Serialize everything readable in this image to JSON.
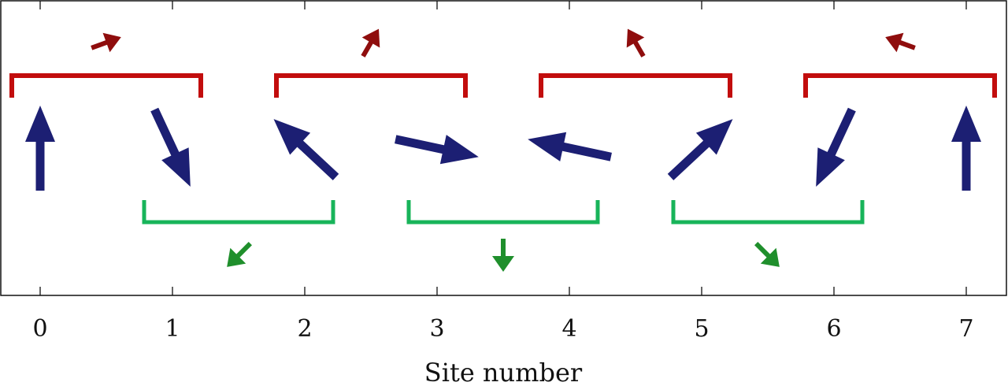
{
  "figure": {
    "xlabel": "Site number",
    "colors": {
      "site_arrow": "#1c1f73",
      "odd_bond": "#c20d0d",
      "odd_bond_arrow": "#8f0d0d",
      "even_bond": "#18b45a",
      "even_bond_arrow": "#1f8f2c"
    },
    "sites": [
      {
        "label": "0",
        "angle_deg": 90
      },
      {
        "label": "1",
        "angle_deg": -65
      },
      {
        "label": "2",
        "angle_deg": 137
      },
      {
        "label": "3",
        "angle_deg": -12
      },
      {
        "label": "4",
        "angle_deg": 168
      },
      {
        "label": "5",
        "angle_deg": 43
      },
      {
        "label": "6",
        "angle_deg": -115
      },
      {
        "label": "7",
        "angle_deg": 90
      }
    ],
    "odd_bonds": [
      {
        "pair": [
          0,
          1
        ],
        "angle_deg": 20
      },
      {
        "pair": [
          2,
          3
        ],
        "angle_deg": 60
      },
      {
        "pair": [
          4,
          5
        ],
        "angle_deg": 120
      },
      {
        "pair": [
          6,
          7
        ],
        "angle_deg": 160
      }
    ],
    "even_bonds": [
      {
        "pair": [
          1,
          2
        ],
        "angle_deg": -135
      },
      {
        "pair": [
          3,
          4
        ],
        "angle_deg": -90
      },
      {
        "pair": [
          5,
          6
        ],
        "angle_deg": -45
      }
    ]
  }
}
